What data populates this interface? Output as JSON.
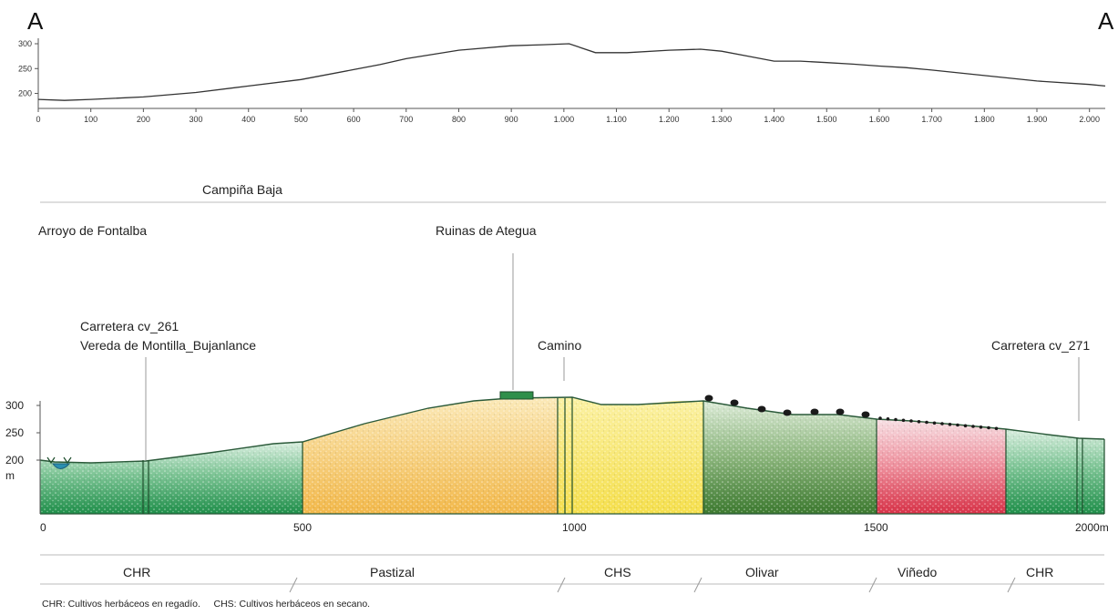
{
  "profile": {
    "start_marker": "A",
    "end_marker": "A",
    "y_ticks": [
      300,
      250,
      200
    ],
    "x_ticks": [
      "0",
      "100",
      "200",
      "300",
      "400",
      "500",
      "600",
      "700",
      "800",
      "900",
      "1.000",
      "1.100",
      "1.200",
      "1.300",
      "1.400",
      "1.500",
      "1.600",
      "1.700",
      "1.800",
      "1.900",
      "2.000"
    ],
    "elevation": {
      "x": [
        0,
        50,
        100,
        200,
        300,
        400,
        500,
        600,
        650,
        700,
        800,
        900,
        960,
        1010,
        1060,
        1120,
        1200,
        1260,
        1300,
        1350,
        1400,
        1450,
        1500,
        1550,
        1600,
        1650,
        1700,
        1800,
        1900,
        2000,
        2030
      ],
      "y": [
        188,
        186,
        188,
        193,
        202,
        215,
        228,
        248,
        258,
        270,
        287,
        296,
        298,
        300,
        282,
        282,
        287,
        289,
        285,
        275,
        265,
        265,
        262,
        259,
        255,
        252,
        247,
        236,
        225,
        218,
        215
      ]
    }
  },
  "section": {
    "region_label": "Campiña Baja",
    "landmarks": [
      {
        "id": "arroyo",
        "text": "Arroyo de Fontalba"
      },
      {
        "id": "ruinas",
        "text": "Ruinas de Ategua"
      },
      {
        "id": "carretera261",
        "line1": "Carretera cv_261",
        "line2": "Vereda de Montilla_Bujanlance"
      },
      {
        "id": "camino",
        "text": "Camino"
      },
      {
        "id": "carretera271",
        "text": "Carretera cv_271"
      }
    ],
    "y_ticks": [
      "300",
      "250",
      "200"
    ],
    "y_unit": "m",
    "x_ticks": [
      "0",
      "500",
      "1000",
      "1500",
      "2000m"
    ],
    "land_use": [
      {
        "label": "CHR",
        "color": "#1f8f4a"
      },
      {
        "label": "Pastizal",
        "color": "#f2b84a"
      },
      {
        "label": "CHS",
        "color": "#f5e15a"
      },
      {
        "label": "Olivar",
        "color": "#4f8a3c"
      },
      {
        "label": "Viñedo",
        "color": "#e2485a"
      },
      {
        "label": "CHR",
        "color": "#1f8f4a"
      }
    ],
    "legend_note": "CHR: Cultivos herbáceos en regadío.     CHS: Cultivos herbáceos en secano."
  }
}
